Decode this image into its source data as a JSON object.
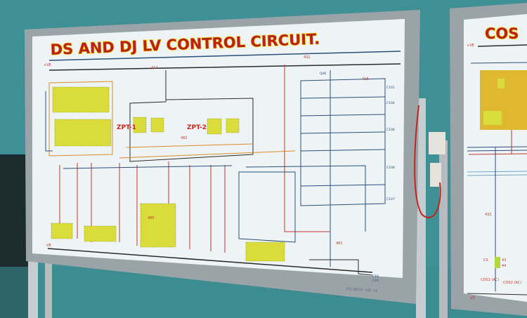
{
  "main_board": {
    "title": "DS AND DJ LV CONTROL CIRCUIT.",
    "positive_rail": "+VE",
    "negative_rail": "-VE",
    "wire_labels": [
      "431",
      "414",
      "482",
      "485",
      "481",
      "418",
      "Q46",
      "C101",
      "C104",
      "C106",
      "C108",
      "C107",
      "C18",
      "C19"
    ],
    "relay_labels": [
      "ZPT-1",
      "ZPT-2"
    ],
    "footer": "STC/BECR 150.74"
  },
  "right_board": {
    "title_partial": "COS",
    "positive_rail": "+VE",
    "negative_rail": "-VE",
    "labels": [
      "432",
      "CS",
      "43",
      "44",
      "COS1 (AC)",
      "COS2 (AC)"
    ]
  },
  "colors": {
    "wall": "#3f8f96",
    "frame": "#9aa3a8",
    "panel": "#eef4f6",
    "title_red": "#b8221a",
    "title_yellow": "#f2d400",
    "block_yellow": "#d9dc3a",
    "wire_blue": "#2a4f7a",
    "wire_red": "#c0392b",
    "wire_orange": "#d98b2b"
  }
}
